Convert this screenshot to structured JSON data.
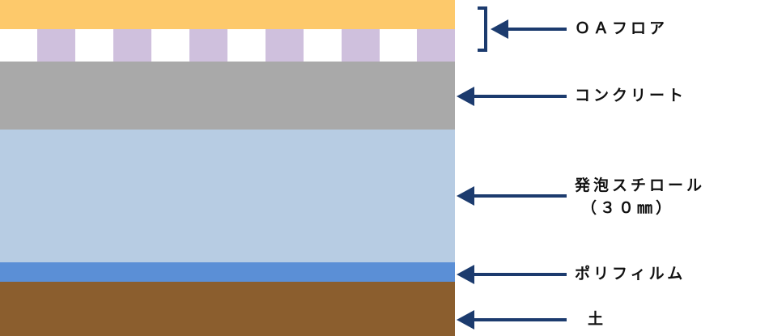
{
  "colors": {
    "oa_top": "#fdc96b",
    "oa_leg": "#cfc0dd",
    "concrete": "#a9a9a9",
    "styrofoam": "#b7cce3",
    "polyfilm": "#5b8fd6",
    "soil": "#8b5e2e",
    "arrow": "#1c3b6e"
  },
  "labels": {
    "oa_floor": "ＯＡフロア",
    "concrete": "コンクリート",
    "styrofoam_line1": "発泡スチロール",
    "styrofoam_line2": "（３０㎜）",
    "polyfilm": "ポリフィルム",
    "soil": "土"
  }
}
